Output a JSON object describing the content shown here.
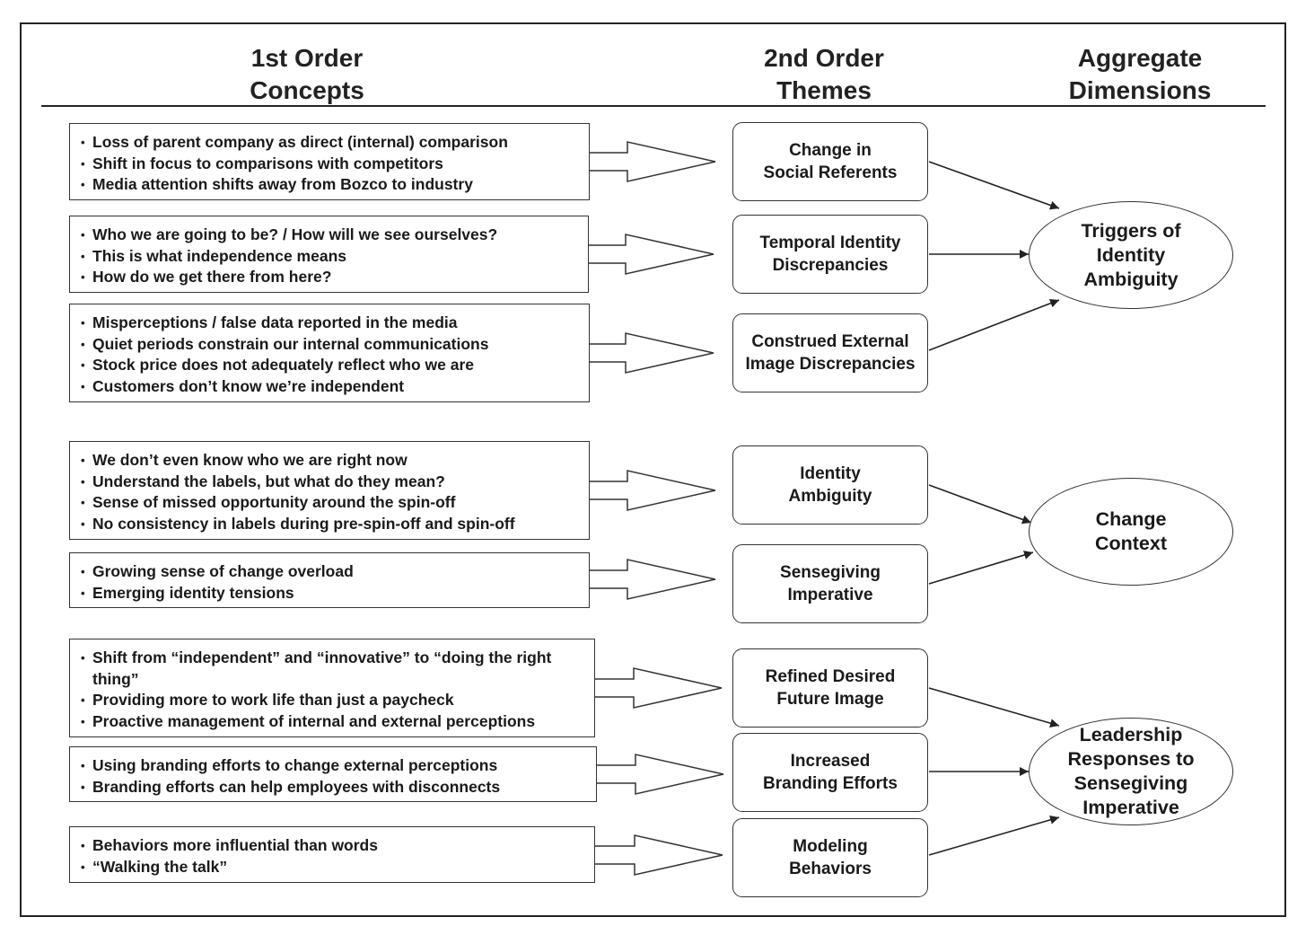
{
  "headers": {
    "first": [
      "1st Order",
      "Concepts"
    ],
    "second": [
      "2nd Order",
      "Themes"
    ],
    "aggregate": [
      "Aggregate",
      "Dimensions"
    ]
  },
  "concepts": [
    [
      "Loss of parent company as direct (internal) comparison",
      "Shift in focus to comparisons with competitors",
      "Media attention shifts away from Bozco to industry"
    ],
    [
      "Who we are going to be? / How will we see ourselves?",
      "This is what independence means",
      "How do we get there from here?"
    ],
    [
      "Misperceptions / false data reported in the media",
      "Quiet periods constrain our internal communications",
      "Stock price does not adequately reflect who we are",
      "Customers don’t know we’re independent"
    ],
    [
      "We don’t even know who we are right now",
      "Understand the labels, but what do they mean?",
      "Sense of missed opportunity around the spin-off",
      "No consistency in labels during pre-spin-off and spin-off"
    ],
    [
      "Growing sense of change overload",
      "Emerging identity tensions"
    ],
    [
      "Shift from “independent” and “innovative” to “doing the right thing”",
      "Providing more to work life than just a paycheck",
      "Proactive management of internal and external perceptions"
    ],
    [
      "Using branding efforts to change external perceptions",
      "Branding efforts can help employees with disconnects"
    ],
    [
      "Behaviors more influential than words",
      "“Walking the talk”"
    ]
  ],
  "themes": [
    [
      "Change in",
      "Social Referents"
    ],
    [
      "Temporal Identity",
      "Discrepancies"
    ],
    [
      "Construed External",
      "Image Discrepancies"
    ],
    [
      "Identity",
      "Ambiguity"
    ],
    [
      "Sensegiving",
      "Imperative"
    ],
    [
      "Refined Desired",
      "Future Image"
    ],
    [
      "Increased",
      "Branding Efforts"
    ],
    [
      "Modeling",
      "Behaviors"
    ]
  ],
  "dimensions": [
    [
      "Triggers of",
      "Identity",
      "Ambiguity"
    ],
    [
      "Change",
      "Context"
    ],
    [
      "Leadership",
      "Responses to",
      "Sensegiving",
      "Imperative"
    ]
  ],
  "links": [
    [
      0,
      0
    ],
    [
      1,
      0
    ],
    [
      2,
      0
    ],
    [
      3,
      1
    ],
    [
      4,
      1
    ],
    [
      5,
      2
    ],
    [
      6,
      2
    ],
    [
      7,
      2
    ]
  ]
}
